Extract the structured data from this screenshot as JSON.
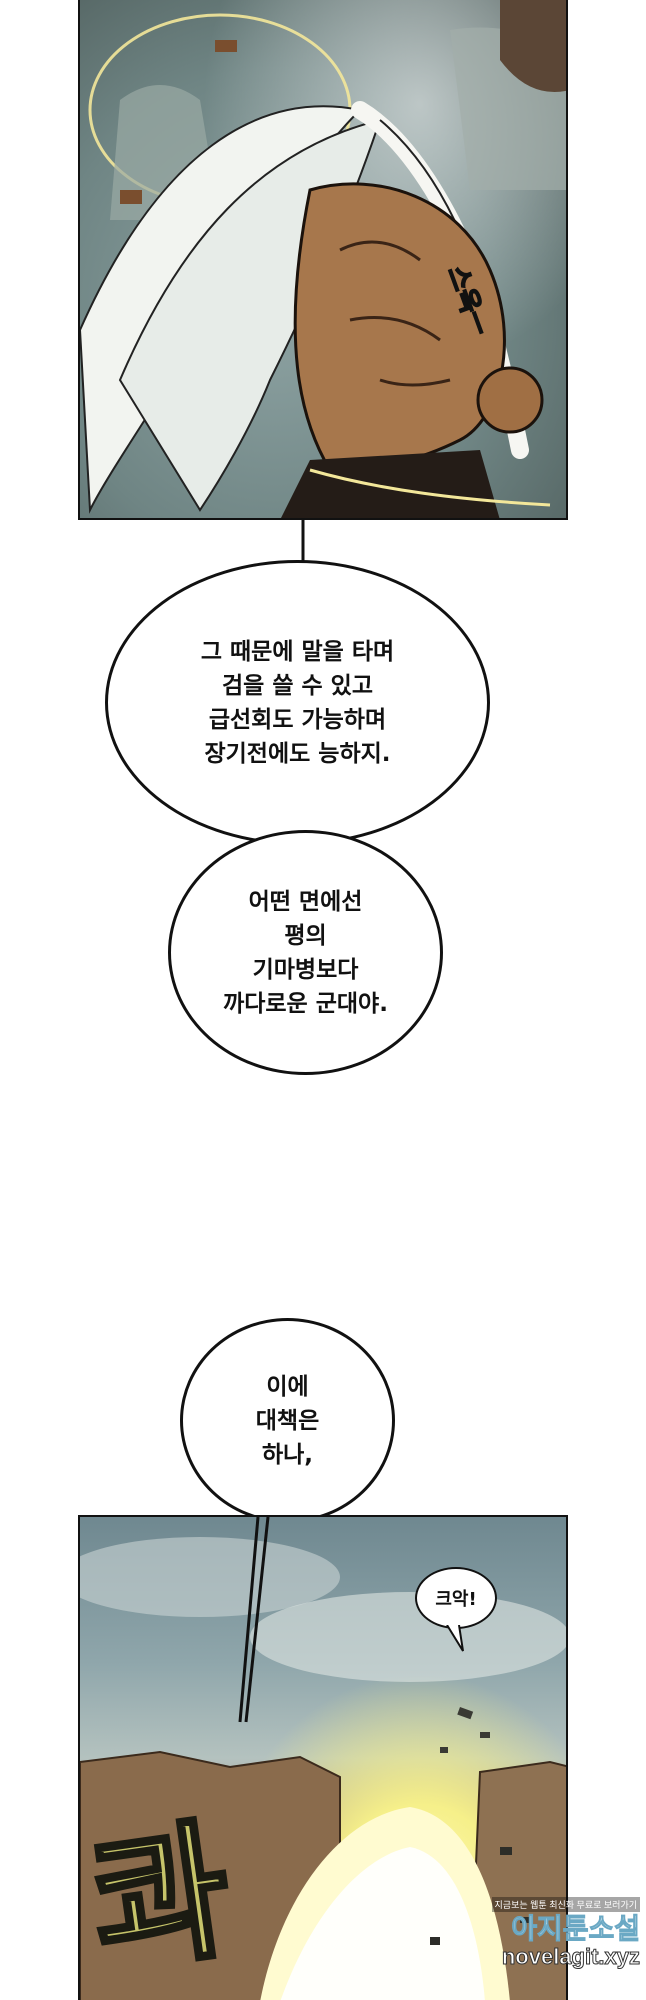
{
  "panels": {
    "top": {
      "sfx": "스윽ㅡ"
    },
    "bottom": {
      "sfx_shout": "크악!",
      "sfx_impact": "콰"
    }
  },
  "bubbles": {
    "b1": {
      "lines": [
        "그 때문에 말을 타며",
        "검을 쓸 수 있고",
        "급선회도 가능하며",
        "장기전에도 능하지."
      ]
    },
    "b2": {
      "lines": [
        "어떤 면에선",
        "평의",
        "기마병보다",
        "까다로운 군대야."
      ]
    },
    "b3": {
      "lines": [
        "이에",
        "대책은",
        "하나,"
      ]
    }
  },
  "watermark": {
    "small": "지금보는 웹툰 최신화 무료로 보러가기",
    "brand": "아지툰소설",
    "domain": "novelagit.xyz"
  },
  "colors": {
    "ink": "#111111",
    "glow": "#f6f08a",
    "sky": "#8fa6ab"
  }
}
